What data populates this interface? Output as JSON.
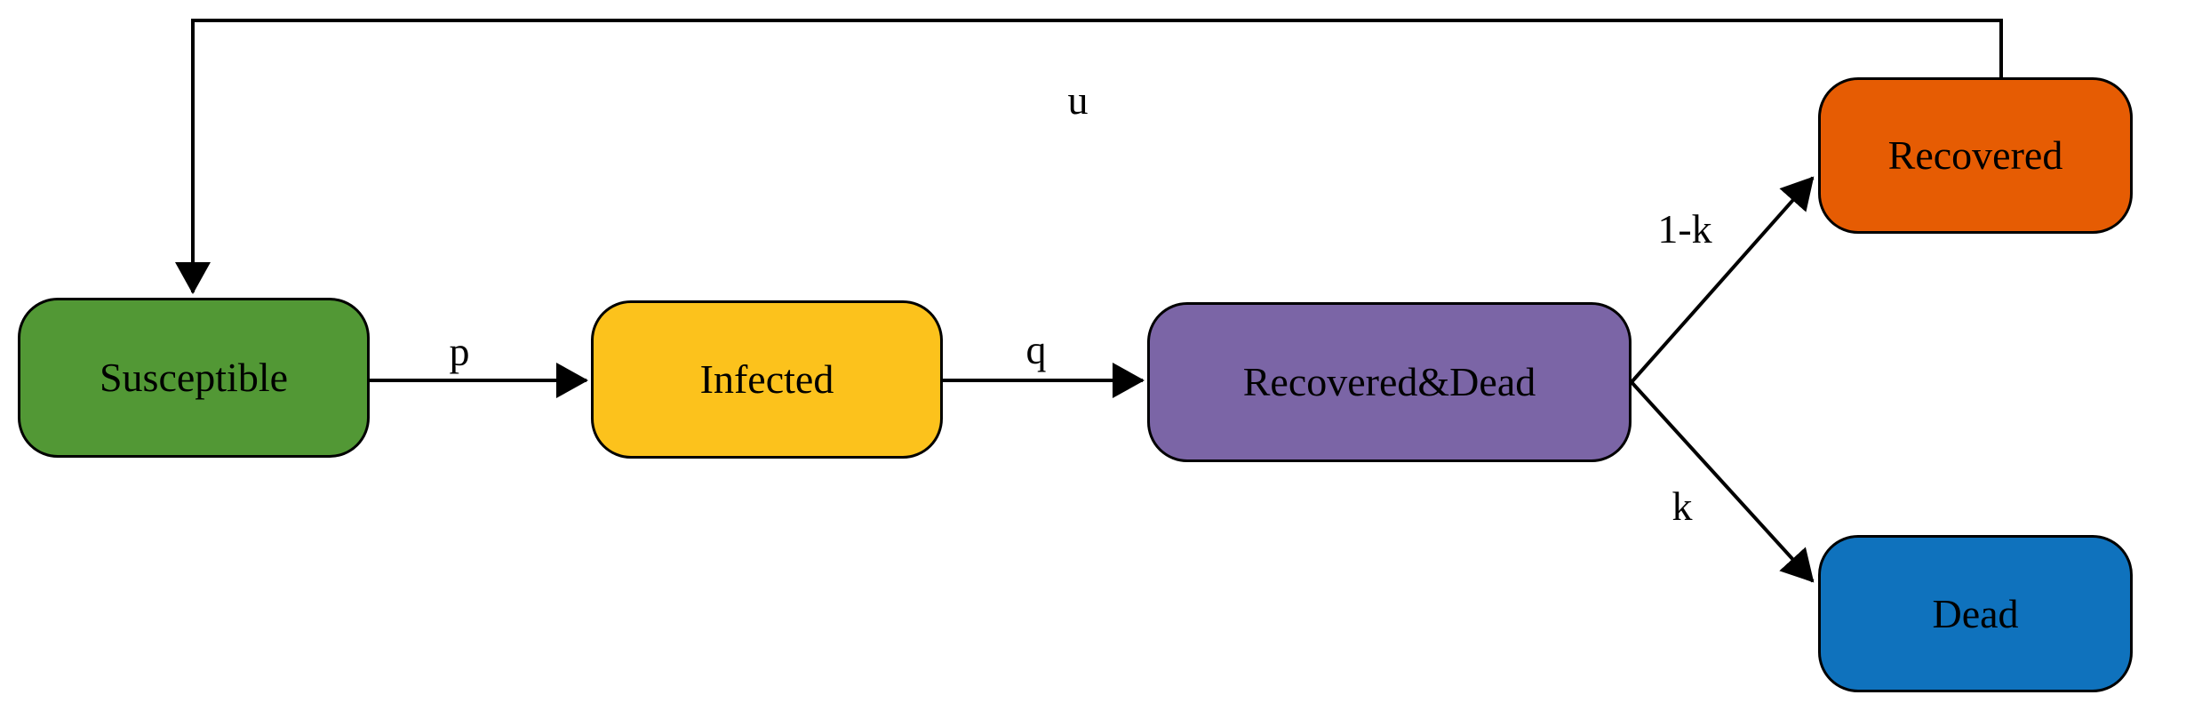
{
  "diagram": {
    "type": "flow-diagram",
    "background_color": "#ffffff",
    "stroke_color": "#000000",
    "nodes": [
      {
        "id": "susceptible",
        "label": "Susceptible",
        "color": "#529835"
      },
      {
        "id": "infected",
        "label": "Infected",
        "color": "#fcc21c"
      },
      {
        "id": "recovered_dead",
        "label": "Recovered&Dead",
        "color": "#7b65a6"
      },
      {
        "id": "recovered",
        "label": "Recovered",
        "color": "#e65c03"
      },
      {
        "id": "dead",
        "label": "Dead",
        "color": "#0f72bd"
      }
    ],
    "edges": [
      {
        "from": "susceptible",
        "to": "infected",
        "label": "p"
      },
      {
        "from": "infected",
        "to": "recovered_dead",
        "label": "q"
      },
      {
        "from": "recovered_dead",
        "to": "recovered",
        "label": "1-k"
      },
      {
        "from": "recovered_dead",
        "to": "dead",
        "label": "k"
      },
      {
        "from": "recovered",
        "to": "susceptible",
        "label": "u"
      }
    ]
  }
}
